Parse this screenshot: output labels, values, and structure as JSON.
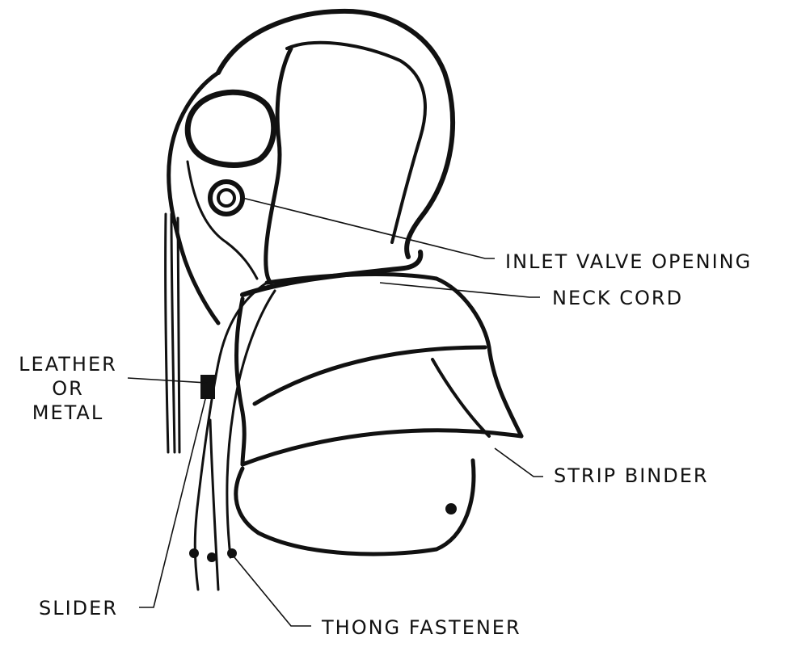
{
  "labels": {
    "inlet_valve_opening": "INLET VALVE OPENING",
    "neck_cord": "NECK CORD",
    "leather_or_metal": [
      "LEATHER",
      "OR",
      "METAL"
    ],
    "strip_binder": "STRIP BINDER",
    "slider": "SLIDER",
    "thong_fastener": "THONG FASTENER"
  },
  "colors": {
    "ink": "#111111",
    "background": "#ffffff"
  }
}
